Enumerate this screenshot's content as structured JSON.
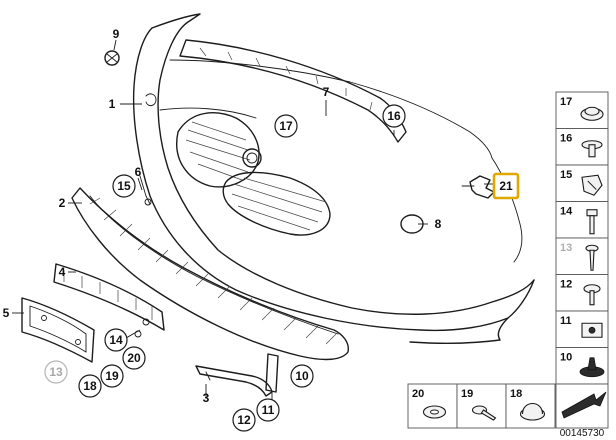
{
  "diagram": {
    "image_id": "00145730",
    "highlighted_part": "21",
    "callouts": [
      {
        "label": "9",
        "style": "plain",
        "name": "callout-9"
      },
      {
        "label": "1",
        "style": "plain",
        "name": "callout-1"
      },
      {
        "label": "7",
        "style": "plain",
        "name": "callout-7"
      },
      {
        "label": "16",
        "style": "circled",
        "name": "callout-16"
      },
      {
        "label": "17",
        "style": "circled",
        "name": "callout-17"
      },
      {
        "label": "6",
        "style": "plain",
        "name": "callout-6"
      },
      {
        "label": "15",
        "style": "circled",
        "name": "callout-15"
      },
      {
        "label": "2",
        "style": "plain",
        "name": "callout-2"
      },
      {
        "label": "21",
        "style": "highlighted",
        "name": "callout-21"
      },
      {
        "label": "8",
        "style": "plain",
        "name": "callout-8"
      },
      {
        "label": "4",
        "style": "plain",
        "name": "callout-4"
      },
      {
        "label": "5",
        "style": "plain",
        "name": "callout-5"
      },
      {
        "label": "14",
        "style": "circled",
        "name": "callout-14"
      },
      {
        "label": "20",
        "style": "circled",
        "name": "callout-20"
      },
      {
        "label": "13",
        "style": "circled-faded",
        "name": "callout-13"
      },
      {
        "label": "18",
        "style": "circled",
        "name": "callout-18"
      },
      {
        "label": "19",
        "style": "circled",
        "name": "callout-19"
      },
      {
        "label": "3",
        "style": "plain",
        "name": "callout-3"
      },
      {
        "label": "10",
        "style": "circled",
        "name": "callout-10"
      },
      {
        "label": "12",
        "style": "circled",
        "name": "callout-12"
      },
      {
        "label": "11",
        "style": "circled",
        "name": "callout-11"
      }
    ],
    "legend_right": [
      {
        "label": "17",
        "part": "round-clip"
      },
      {
        "label": "16",
        "part": "screw-washer"
      },
      {
        "label": "15",
        "part": "bracket-clip"
      },
      {
        "label": "14",
        "part": "bolt"
      },
      {
        "label": "13",
        "part": "screw-long",
        "faded": true
      },
      {
        "label": "12",
        "part": "pan-screw"
      },
      {
        "label": "11",
        "part": "spring-nut"
      },
      {
        "label": "10",
        "part": "expansion-rivet"
      }
    ],
    "legend_bottom": [
      {
        "label": "20",
        "part": "washer"
      },
      {
        "label": "19",
        "part": "screw"
      },
      {
        "label": "18",
        "part": "grommet"
      }
    ]
  }
}
